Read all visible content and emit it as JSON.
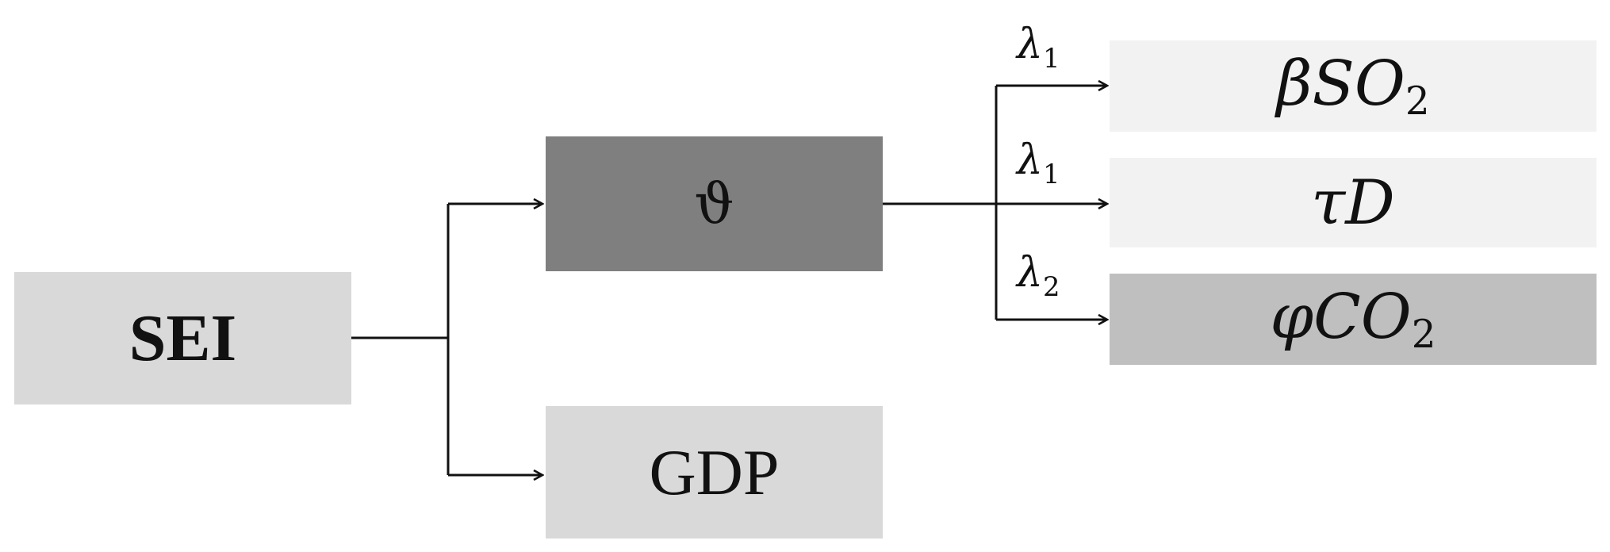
{
  "nodes": {
    "sei": "SEI",
    "theta": "ϑ",
    "gdp": "GDP",
    "so2": {
      "prefix": "βSO",
      "sub": "2"
    },
    "td": "τD",
    "co2": {
      "prefix": "φCO",
      "sub": "2"
    }
  },
  "edge_labels": [
    {
      "sym": "λ",
      "sub": "1"
    },
    {
      "sym": "λ",
      "sub": "1"
    },
    {
      "sym": "λ",
      "sub": "2"
    }
  ]
}
